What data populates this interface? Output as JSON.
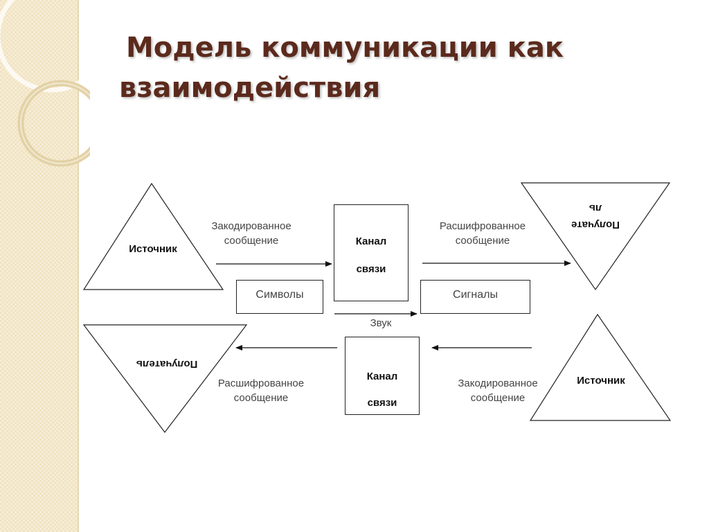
{
  "title": {
    "line1": "Модель коммуникации как",
    "line2": "взаимодействия"
  },
  "diagram": {
    "top": {
      "source": "Источник",
      "encoded_l1": "Закодированное",
      "encoded_l2": "сообщение",
      "channel_l1": "Канал",
      "channel_l2": "связи",
      "decoded_l1": "Расшифрованное",
      "decoded_l2": "сообщение",
      "receiver_l1": "Получате",
      "receiver_l2": "ль",
      "symbols": "Символы",
      "signals": "Сигналы"
    },
    "sound": "Звук",
    "bottom": {
      "receiver": "Получатель",
      "decoded_l1": "Расшифрованное",
      "decoded_l2": "сообщение",
      "channel_l1": "Канал",
      "channel_l2": "связи",
      "encoded_l1": "Закодированное",
      "encoded_l2": "сообщение",
      "source": "Источник"
    }
  }
}
